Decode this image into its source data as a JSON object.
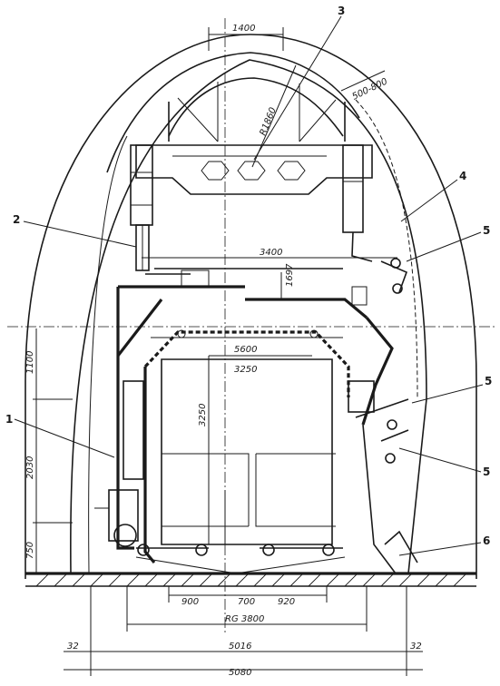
{
  "diagram": {
    "dimensions": {
      "top_width": "1400",
      "radius": "R1860",
      "crown_thickness": "500-800",
      "frame_width": "3400",
      "inner_width": "5600",
      "cabin_width": "3250",
      "cabin_height": "3250",
      "small_dim": "1697",
      "left_upper": "1100",
      "left_middle": "2030",
      "left_lower": "750",
      "bottom_left": "900",
      "bottom_mid": "700",
      "bottom_right": "920",
      "track_gauge": "RG 3800",
      "span_inner": "5016",
      "span_outer": "5080",
      "edge_left": "32",
      "edge_right": "32"
    },
    "callouts": {
      "c1": "1",
      "c2": "2",
      "c3": "3",
      "c4": "4",
      "c5a": "5",
      "c5b": "5",
      "c5c": "5",
      "c6": "6"
    }
  }
}
